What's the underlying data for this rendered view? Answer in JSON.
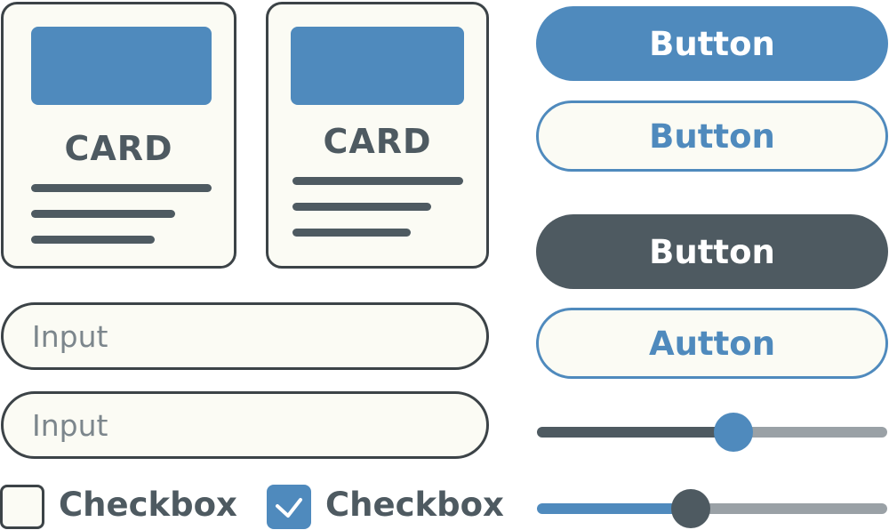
{
  "cards": [
    {
      "title": "CARD"
    },
    {
      "title": "CARD"
    }
  ],
  "inputs": [
    {
      "placeholder": "Input"
    },
    {
      "placeholder": "Input"
    }
  ],
  "checkboxes": [
    {
      "label": "Checkbox",
      "checked": false
    },
    {
      "label": "Checkbox",
      "checked": true
    }
  ],
  "buttons": [
    {
      "label": "Button",
      "style": "primary"
    },
    {
      "label": "Button",
      "style": "outline"
    },
    {
      "label": "Button",
      "style": "dark"
    },
    {
      "label": "Autton",
      "style": "outline"
    }
  ],
  "sliders": [
    {
      "value_fraction": 0.56
    },
    {
      "value_fraction": 0.44
    }
  ],
  "colors": {
    "accent": "#4f8abd",
    "dark": "#4e5a61",
    "track_light": "#9aa1a6",
    "surface": "#fbfbf4"
  }
}
